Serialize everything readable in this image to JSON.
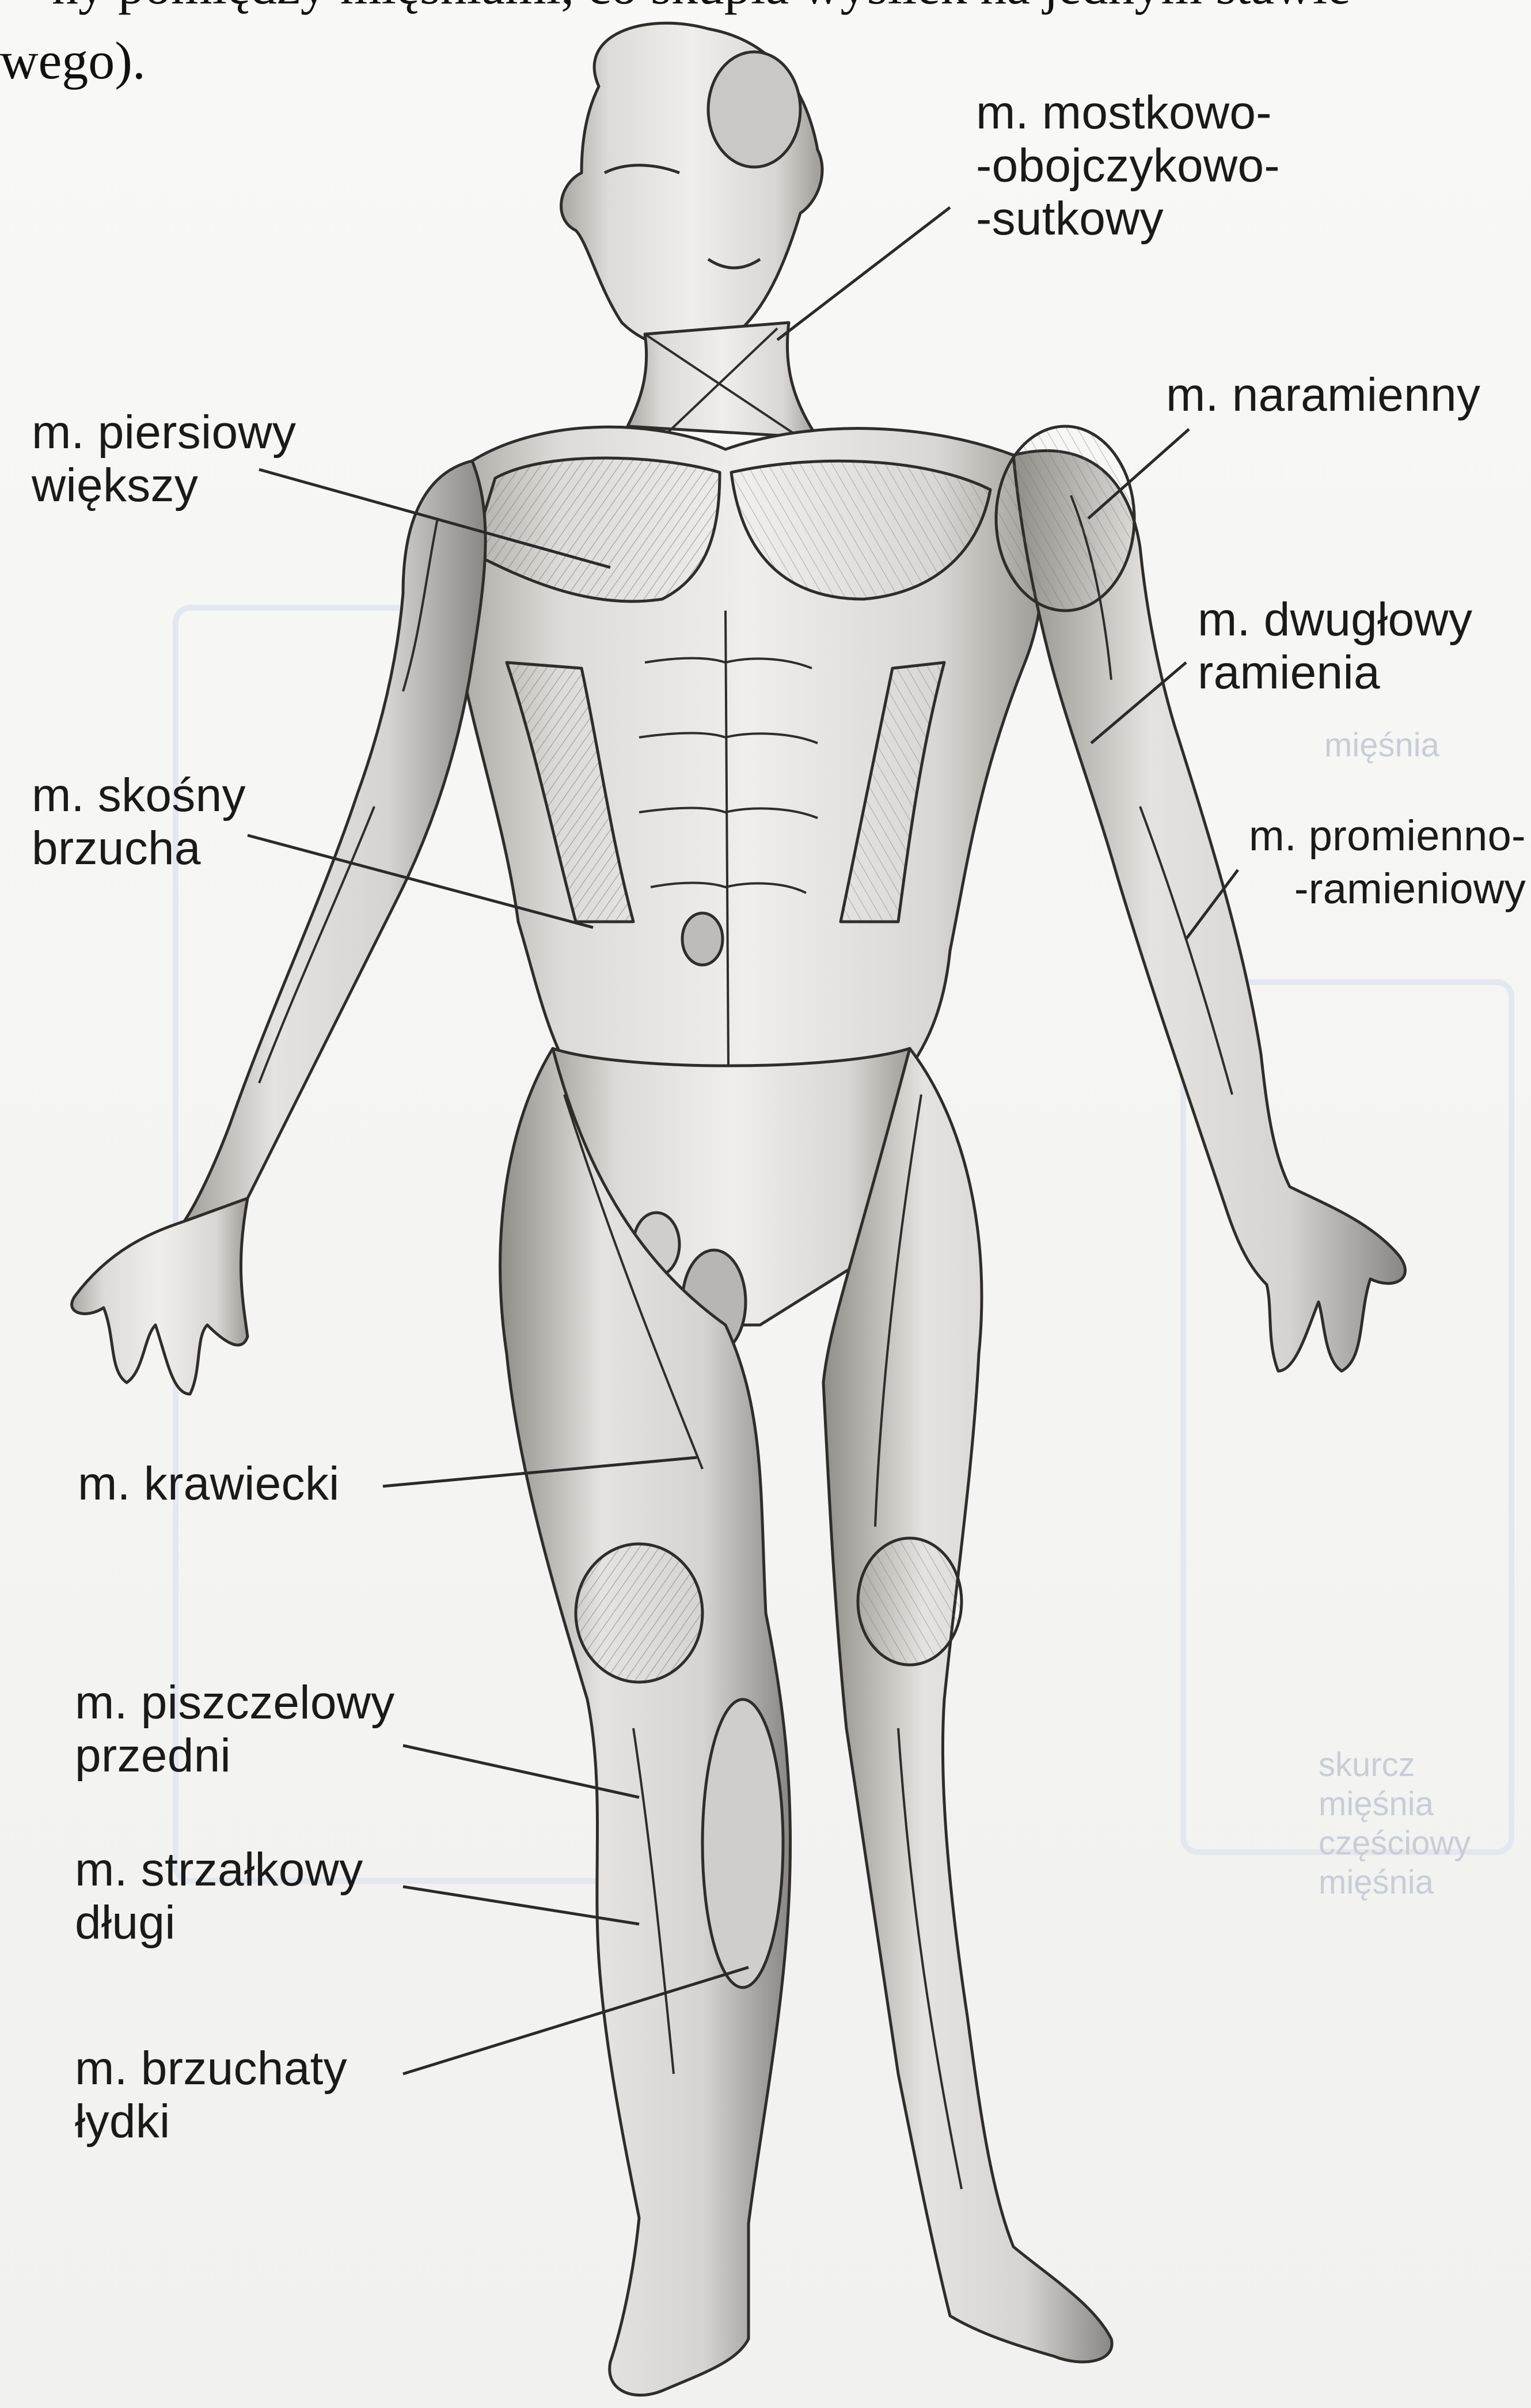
{
  "header_fragment": {
    "line1": "ny pomiędzy mięśniami, co skupia wysiłek na jednym stawie",
    "line2": "wego)."
  },
  "labels": {
    "sternocleidomastoid": "m. mostkowo-\n-obojczykowo-\n-sutkowy",
    "deltoid": "m. naramienny",
    "pectoralis": "m. piersiowy\nwiększy",
    "biceps": "m. dwugłowy\nramienia",
    "oblique": "m. skośny\nbrzucha",
    "brachioradialis": "m. promienno-\n-ramieniowy",
    "sartorius": "m. krawiecki",
    "tibialis": "m. piszczelowy\nprzedni",
    "peroneus": "m. strzałkowy\ndługi",
    "gastrocnemius": "m. brzuchaty\nłydki"
  },
  "background_ghost_text": {
    "g1": "mięśnia",
    "g2": "skurcz\nmięśnia\nczęściowy\nmięśnia"
  },
  "colors": {
    "ink": "#1a1a1a",
    "skin_light": "#ecebe7",
    "skin_shadow": "#8d8c88",
    "leader_line": "#2a2a2a"
  }
}
